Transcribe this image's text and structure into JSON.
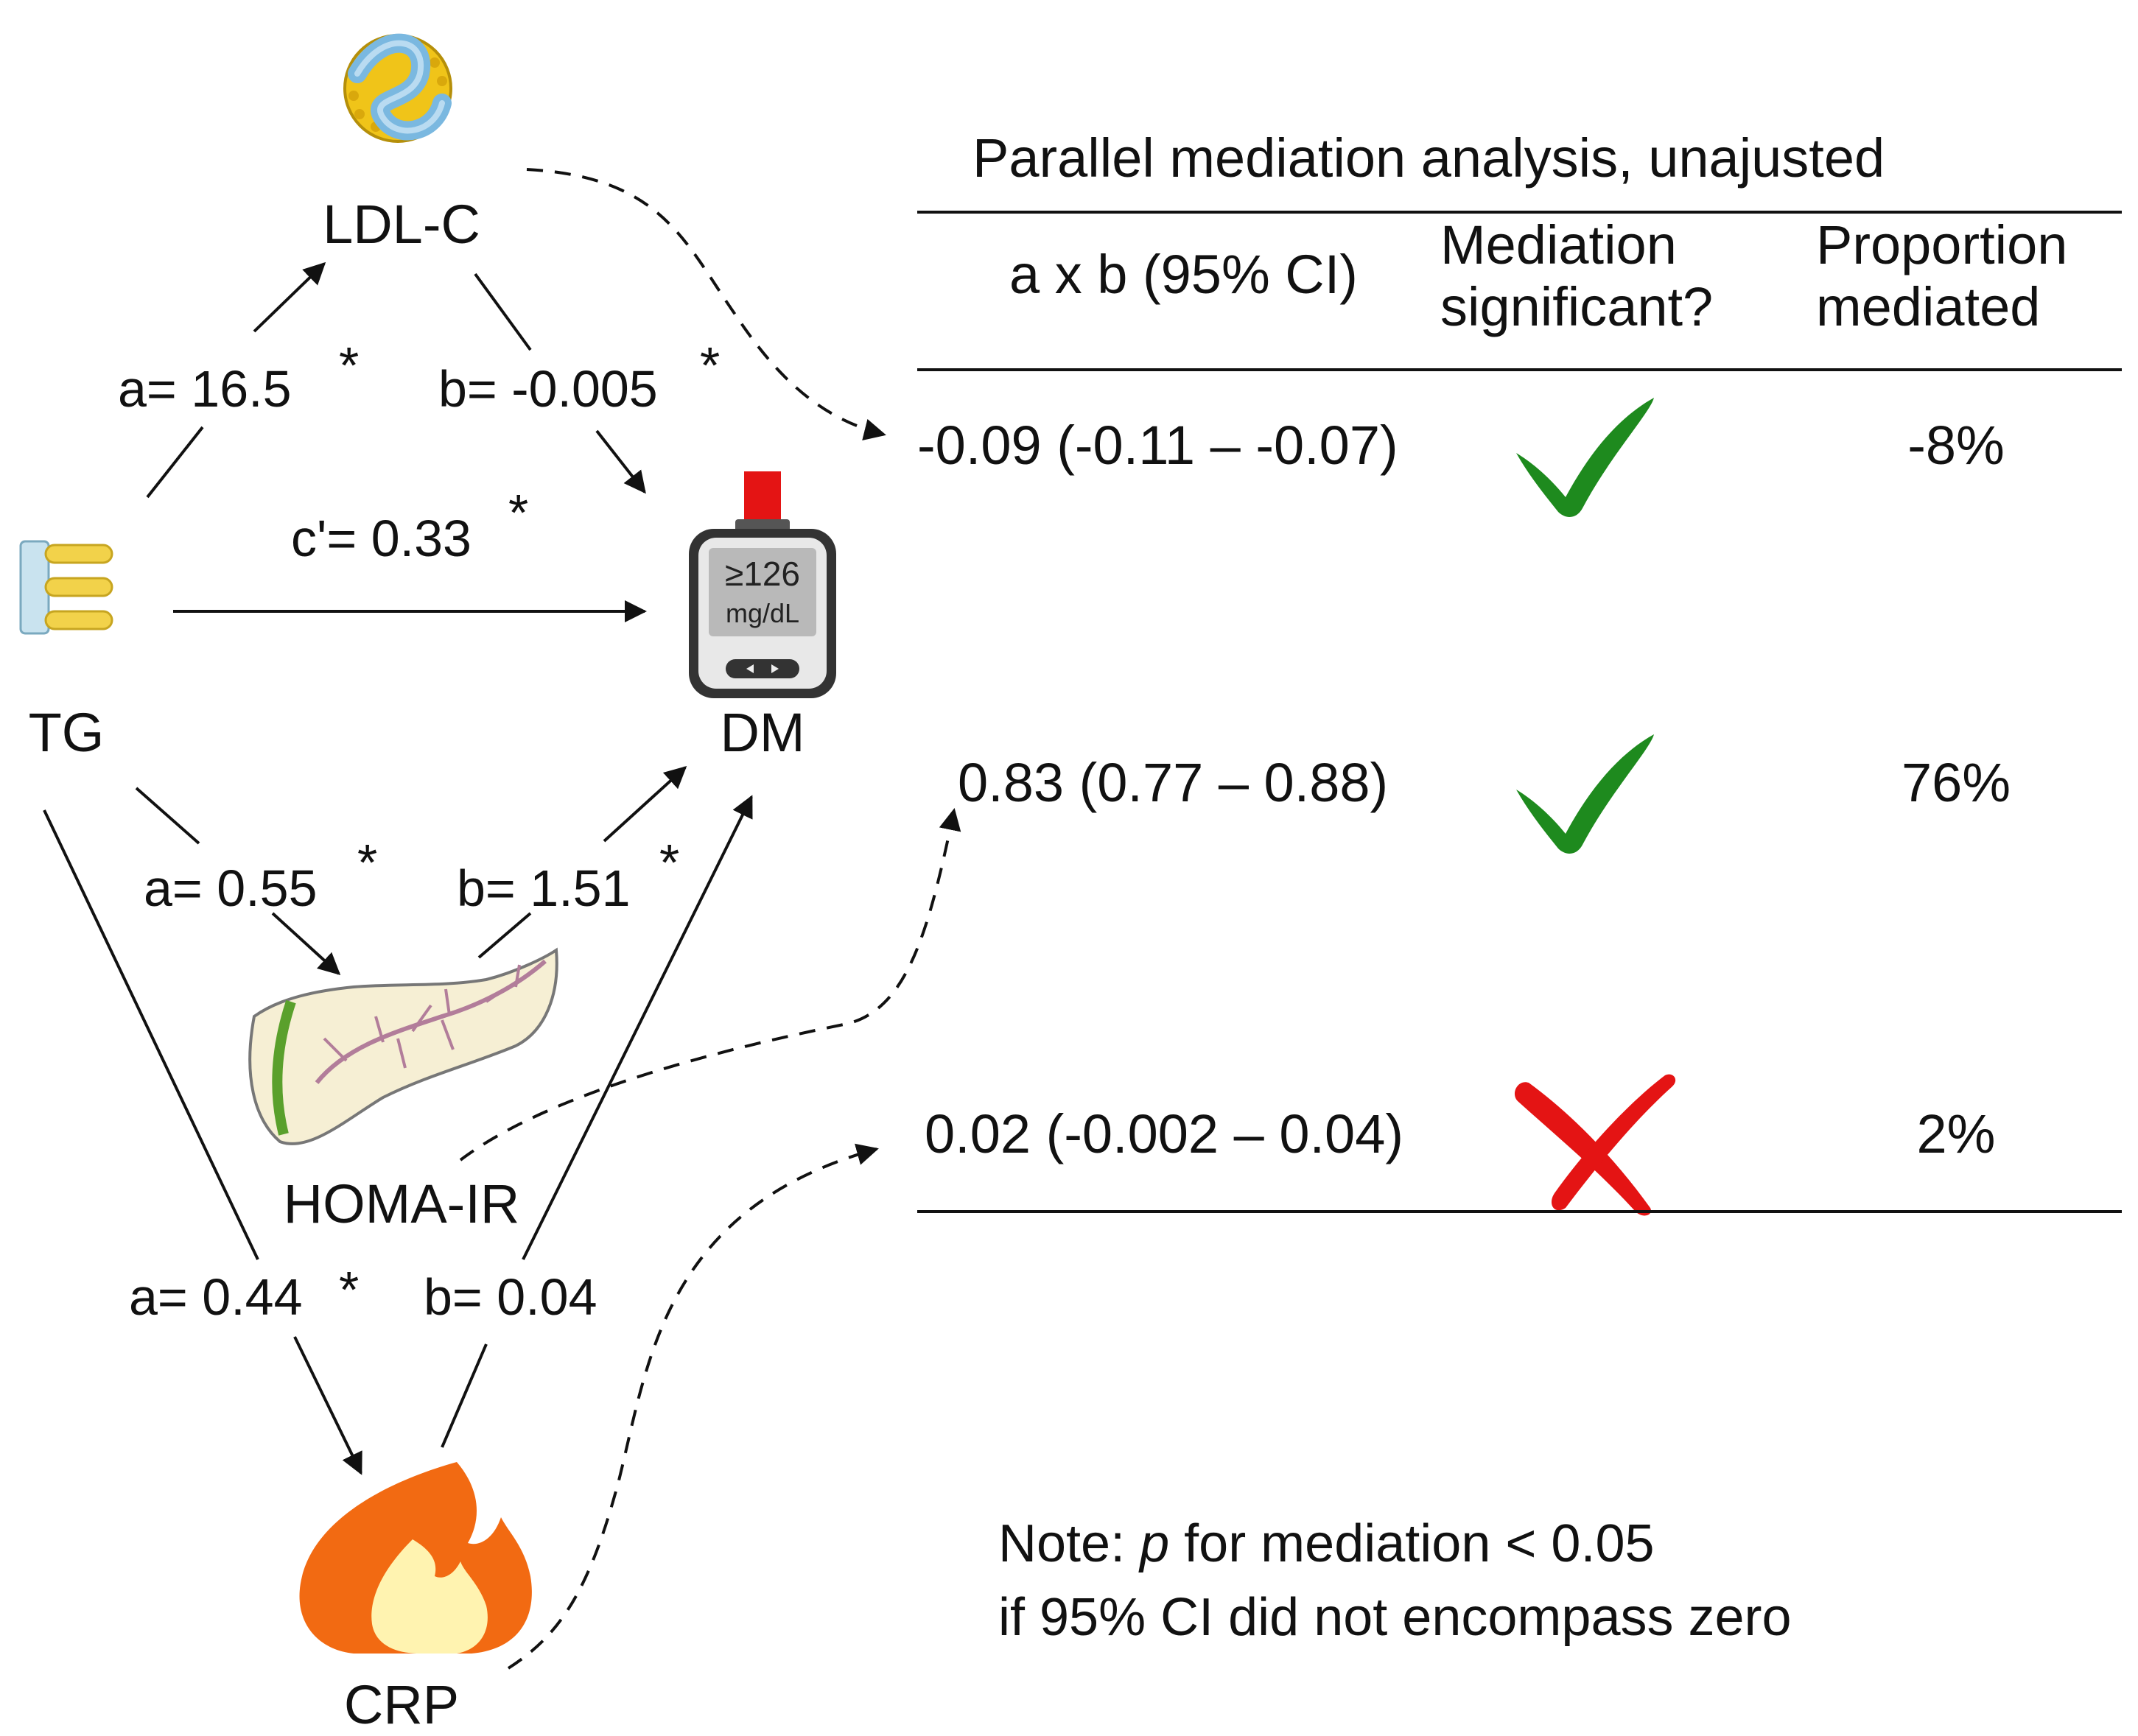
{
  "nodes": {
    "ldl": "LDL-C",
    "tg": "TG",
    "dm": "DM",
    "homa": "HOMA-IR",
    "crp": "CRP"
  },
  "meter": {
    "value": "≥126",
    "unit": "mg/dL"
  },
  "paths": {
    "ldl_a": "a= 16.5",
    "ldl_b": "b= -0.005",
    "direct_c": "c'= 0.33",
    "homa_a": "a= 0.55",
    "homa_b": "b= 1.51",
    "crp_a": "a= 0.44",
    "crp_b": "b= 0.04",
    "sig_marker": "*"
  },
  "table": {
    "title": "Parallel mediation analysis, unajusted",
    "headers": {
      "effect": "a x b (95% CI)",
      "significant_line1": "Mediation",
      "significant_line2": "significant?",
      "proportion_line1": "Proportion",
      "proportion_line2": "mediated"
    },
    "rows": [
      {
        "mediator": "LDL-C",
        "effect": "-0.09 (-0.11 – -0.07)",
        "significant": true,
        "proportion": "-8%"
      },
      {
        "mediator": "HOMA-IR",
        "effect": "0.83 (0.77 – 0.88)",
        "significant": true,
        "proportion": "76%"
      },
      {
        "mediator": "CRP",
        "effect": "0.02 (-0.002 – 0.04)",
        "significant": false,
        "proportion": "2%"
      }
    ]
  },
  "note": {
    "prefix": "Note: ",
    "italic": "p",
    "line1_rest": " for mediation < 0.05",
    "line2": "if 95% CI did not encompass zero"
  },
  "colors": {
    "check": "#1e8a1e",
    "cross": "#e41414",
    "flame_outer": "#f26a12",
    "flame_inner": "#fff3b0",
    "ldl_particle": "#f0c419",
    "ldl_strand": "#7ab8e0"
  }
}
